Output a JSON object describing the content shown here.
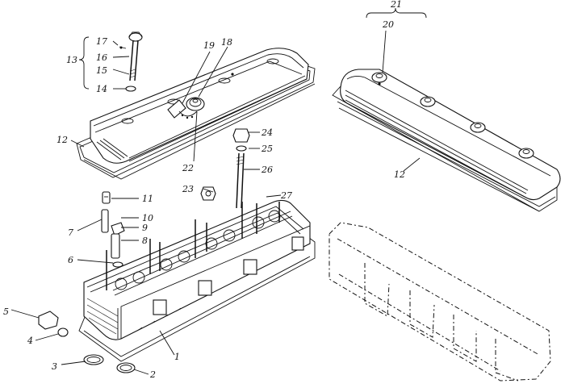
{
  "callouts": {
    "c1": "1",
    "c2": "2",
    "c3": "3",
    "c4": "4",
    "c5": "5",
    "c6": "6",
    "c7": "7",
    "c8": "8",
    "c9": "9",
    "c10": "10",
    "c11": "11",
    "c12a": "12",
    "c12b": "12",
    "c13": "13",
    "c14": "14",
    "c15": "15",
    "c16": "16",
    "c17": "17",
    "c18": "18",
    "c19": "19",
    "c20": "20",
    "c21": "21",
    "c22": "22",
    "c23": "23",
    "c24": "24",
    "c25": "25",
    "c26": "26",
    "c27": "27"
  }
}
